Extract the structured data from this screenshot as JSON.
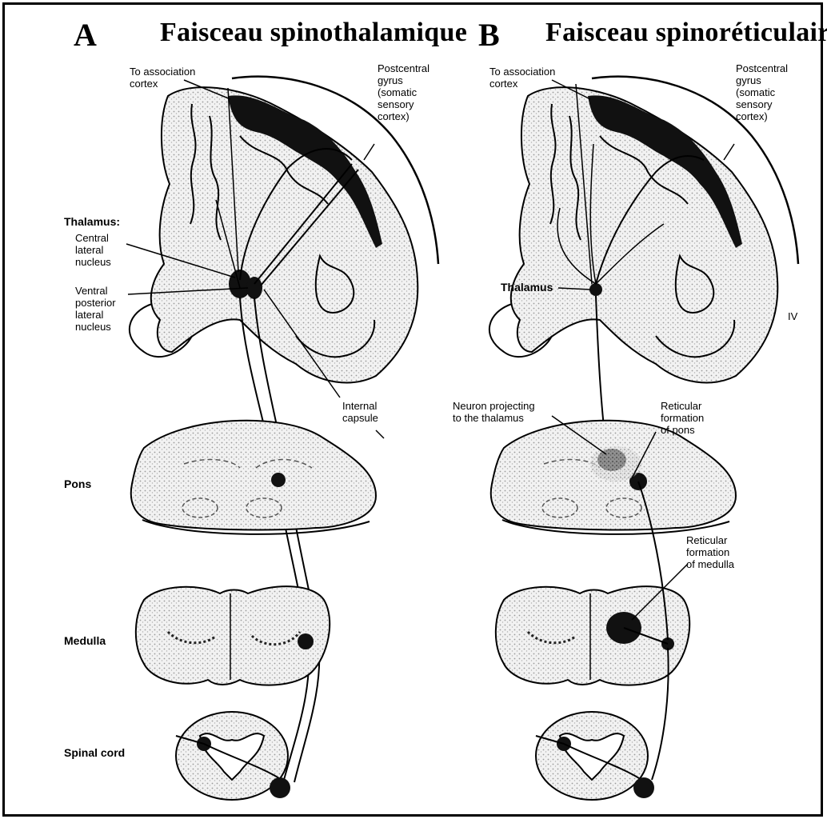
{
  "panel_a": {
    "letter": "A",
    "title": "Faisceau spinothalamique",
    "labels": {
      "association": "To association\ncortex",
      "postcentral": "Postcentral\ngyrus\n(somatic\nsensory\ncortex)",
      "thalamus": "Thalamus:",
      "central_lateral": "Central\nlateral\nnucleus",
      "ventral_posterior": "Ventral\nposterior\nlateral\nnucleus",
      "internal_capsule": "Internal\ncapsule",
      "pons": "Pons",
      "medulla": "Medulla",
      "spinal_cord": "Spinal cord"
    }
  },
  "panel_b": {
    "letter": "B",
    "title": "Faisceau spinoréticulaire",
    "labels": {
      "association": "To association\ncortex",
      "postcentral": "Postcentral\ngyrus\n(somatic\nsensory\ncortex)",
      "thalamus": "Thalamus",
      "neuron_projecting": "Neuron projecting\nto the thalamus",
      "reticular_pons": "Reticular\nformation\nof pons",
      "reticular_medulla": "Reticular\nformation\nof medulla",
      "margin_mark": "IV"
    }
  },
  "colors": {
    "ink": "#000000",
    "stipple": "#b8b8b8",
    "paper": "#ffffff"
  }
}
